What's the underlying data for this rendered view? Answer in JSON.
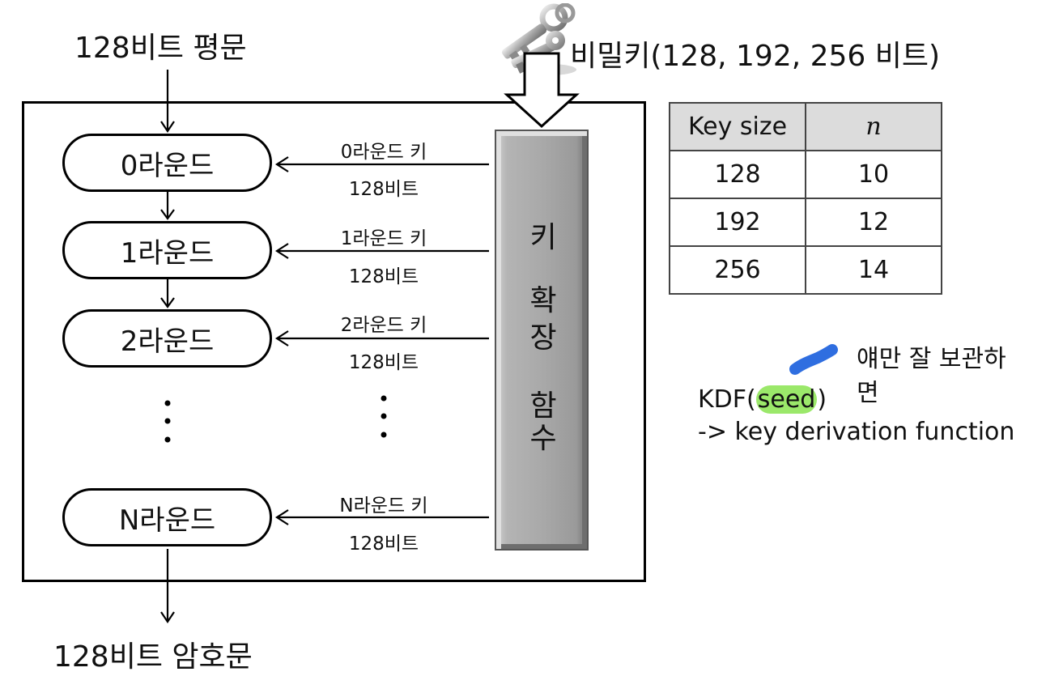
{
  "plaintext_label": "128비트 평문",
  "secret_key_label": "비밀키(128, 192, 256 비트)",
  "ciphertext_label": "128비트 암호문",
  "rounds": [
    {
      "label": "0라운드",
      "key_label": "0라운드 키",
      "bits": "128비트"
    },
    {
      "label": "1라운드",
      "key_label": "1라운드 키",
      "bits": "128비트"
    },
    {
      "label": "2라운드",
      "key_label": "2라운드 키",
      "bits": "128비트"
    },
    {
      "label": "N라운드",
      "key_label": "N라운드 키",
      "bits": "128비트"
    }
  ],
  "ellipsis": "⋮",
  "key_expansion": {
    "chars": [
      "키",
      "확",
      "장",
      "함",
      "수"
    ]
  },
  "key_table": {
    "headers": [
      "Key size",
      "n"
    ],
    "rows": [
      [
        "128",
        "10"
      ],
      [
        "192",
        "12"
      ],
      [
        "256",
        "14"
      ]
    ]
  },
  "annotation": {
    "handwritten_line1": "얘만 잘 보관하",
    "handwritten_line2": "면",
    "kdf_prefix": "KDF(",
    "kdf_highlight": "seed",
    "kdf_suffix": ")",
    "kdf_description": "-> key derivation function",
    "highlight_color": "#9be86a",
    "scribble_color": "#2f6ee0"
  }
}
